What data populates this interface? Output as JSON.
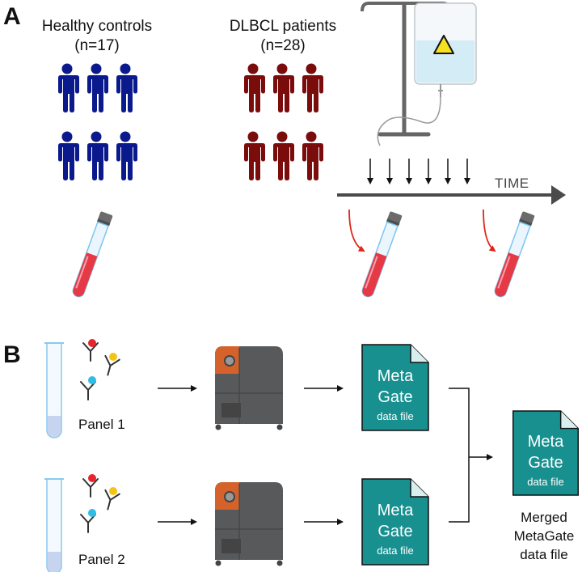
{
  "panel_a": {
    "letter": "A",
    "healthy": {
      "title": "Healthy controls",
      "count": "(n=17)"
    },
    "patients": {
      "title": "DLBCL patients",
      "count": "(n=28)"
    },
    "time_label": "TIME"
  },
  "panel_b": {
    "letter": "B",
    "rows": [
      {
        "panel_label": "Panel 1",
        "file": {
          "line1": "Meta",
          "line2": "Gate",
          "line3": "data file"
        }
      },
      {
        "panel_label": "Panel 2",
        "file": {
          "line1": "Meta",
          "line2": "Gate",
          "line3": "data file"
        }
      }
    ],
    "merged_file": {
      "line1": "Meta",
      "line2": "Gate",
      "line3": "data file"
    },
    "merged_caption": [
      "Merged",
      "MetaGate",
      "data file"
    ]
  },
  "colors": {
    "healthy_figure": "#0a1a8c",
    "patient_figure": "#7a0c0c",
    "blood": "#e63946",
    "tube_cap": "#6b6b6b",
    "teal_file": "#17908f",
    "cytometer_body": "#58595b",
    "cytometer_panel": "#d4622a",
    "arrow_red": "#e1251b",
    "antibody_red": "#e8242c",
    "antibody_yellow": "#f3c417",
    "antibody_cyan": "#2fbde8"
  },
  "icons": {
    "person": "person-icon",
    "blood_tube": "blood-tube-icon",
    "iv_bag": "iv-bag-icon",
    "warning": "warning-triangle-icon",
    "antibody": "antibody-icon",
    "cytometer": "mass-cytometer-icon",
    "data_file": "data-file-icon",
    "test_tube": "test-tube-icon"
  }
}
